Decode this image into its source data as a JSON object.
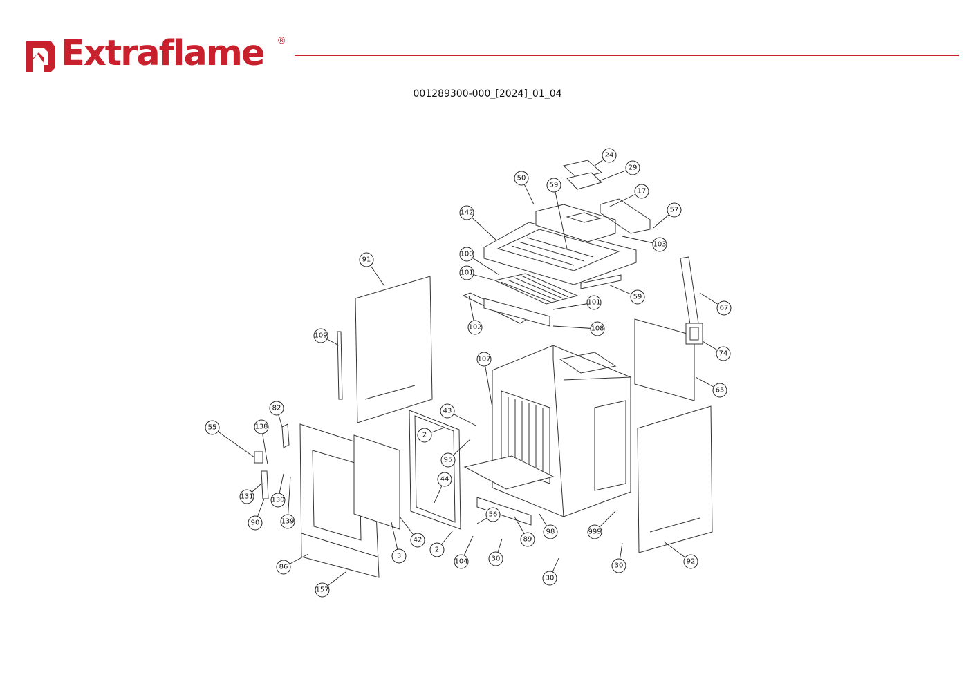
{
  "brand": {
    "name": "Extraflame",
    "registered_mark": "®",
    "color": "#c8202c"
  },
  "document": {
    "code": "001289300-000_[2024]_01_04"
  },
  "callout_labels": [
    "24",
    "29",
    "50",
    "59",
    "17",
    "57",
    "142",
    "103",
    "100",
    "101",
    "59",
    "101",
    "102",
    "108",
    "91",
    "67",
    "74",
    "109",
    "107",
    "65",
    "82",
    "43",
    "2",
    "55",
    "138",
    "95",
    "44",
    "131",
    "130",
    "90",
    "139",
    "56",
    "86",
    "3",
    "42",
    "2",
    "104",
    "30",
    "89",
    "98",
    "999",
    "30",
    "30",
    "92",
    "157"
  ]
}
